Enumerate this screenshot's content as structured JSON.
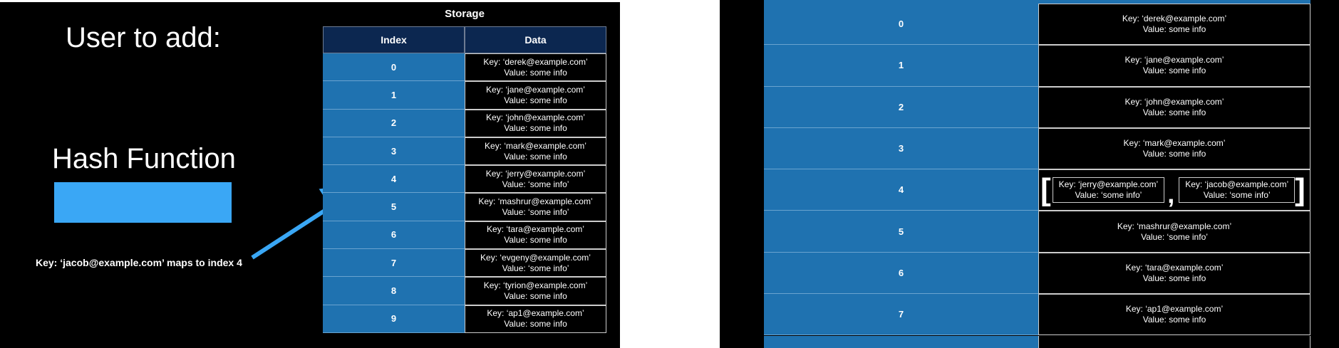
{
  "left": {
    "title": "User to add:",
    "hash_title": "Hash Function",
    "maps_label": "Key: ‘jacob@example.com’ maps to index 4",
    "storage_title": "Storage",
    "header": {
      "index": "Index",
      "data": "Data"
    },
    "rows": [
      {
        "index": "0",
        "key": "Key: ‘derek@example.com’",
        "value": "Value: some info"
      },
      {
        "index": "1",
        "key": "Key: ‘jane@example.com’",
        "value": "Value: some info"
      },
      {
        "index": "2",
        "key": "Key: ‘john@example.com’",
        "value": "Value: some info"
      },
      {
        "index": "3",
        "key": "Key: ‘mark@example.com’",
        "value": "Value: some info"
      },
      {
        "index": "4",
        "key": "Key: ‘jerry@example.com’",
        "value": "Value: ‘some info’"
      },
      {
        "index": "5",
        "key": "Key: ‘mashrur@example.com’",
        "value": "Value: ‘some info’"
      },
      {
        "index": "6",
        "key": "Key: ‘tara@example.com’",
        "value": "Value: some info"
      },
      {
        "index": "7",
        "key": "Key: ‘evgeny@example.com’",
        "value": "Value: ‘some info’"
      },
      {
        "index": "8",
        "key": "Key: ‘tyrion@example.com’",
        "value": "Value: some info"
      },
      {
        "index": "9",
        "key": "Key: ‘ap1@example.com’",
        "value": "Value: some info"
      }
    ]
  },
  "right": {
    "rows": [
      {
        "index": "0",
        "key": "Key: ‘derek@example.com’",
        "value": "Value: some info"
      },
      {
        "index": "1",
        "key": "Key: ‘jane@example.com’",
        "value": "Value: some info"
      },
      {
        "index": "2",
        "key": "Key: ‘john@example.com’",
        "value": "Value: some info"
      },
      {
        "index": "3",
        "key": "Key: ‘mark@example.com’",
        "value": "Value: some info"
      },
      {
        "index": "5",
        "key": "Key: ‘mashrur@example.com’",
        "value": "Value: ‘some info’"
      },
      {
        "index": "6",
        "key": "Key: ‘tara@example.com’",
        "value": "Value: some info"
      },
      {
        "index": "7",
        "key": "Key: ‘ap1@example.com’",
        "value": "Value: some info"
      }
    ],
    "chain_row": {
      "index": "4",
      "open_bracket": "[",
      "close_bracket": "]",
      "separator": ",",
      "entries": [
        {
          "key": "Key: ‘jerry@example.com’",
          "value": "Value: ‘some info’"
        },
        {
          "key": "Key: ‘jacob@example.com’",
          "value": "Value: ‘some info’"
        }
      ]
    }
  },
  "colors": {
    "background": "#000000",
    "hash_box": "#3aa7f5",
    "index_cell": "#1f72b0",
    "header": "#0c2750",
    "arrow": "#3aa7f5"
  }
}
